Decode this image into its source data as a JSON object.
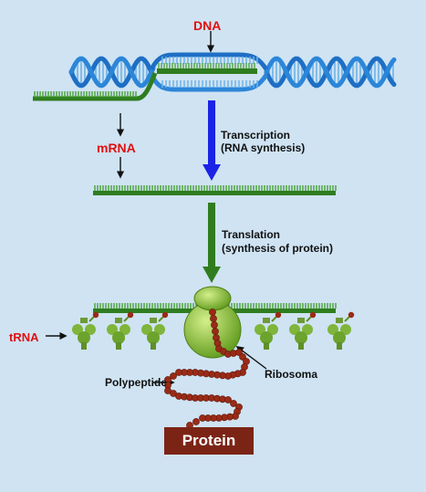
{
  "labels": {
    "dna": "DNA",
    "mrna": "mRNA",
    "trna": "tRNA",
    "transcription_line1": "Transcription",
    "transcription_line2": "(RNA synthesis)",
    "translation_line1": "Translation",
    "translation_line2": "(synthesis of protein)",
    "polypeptide": "Polypeptide",
    "ribosoma": "Ribosoma",
    "protein": "Protein"
  },
  "colors": {
    "background": "#cfe3f3",
    "dna_strand": "#1e6fc4",
    "dna_rungs": "#6fb3e6",
    "rna_strand": "#2f7d1f",
    "arrow_transcription": "#1a23e6",
    "arrow_translation": "#2f7d1f",
    "ribosome": "#8ec23a",
    "amino_acid": "#9a2a16",
    "protein_box": "#7b2416",
    "label_red": "#e01010"
  },
  "icons": {
    "dna": "dna-double-helix-icon",
    "mrna": "mrna-strand-icon",
    "trna": "trna-molecule-icon",
    "ribosome": "ribosome-icon",
    "polypeptide": "amino-acid-chain-icon"
  }
}
